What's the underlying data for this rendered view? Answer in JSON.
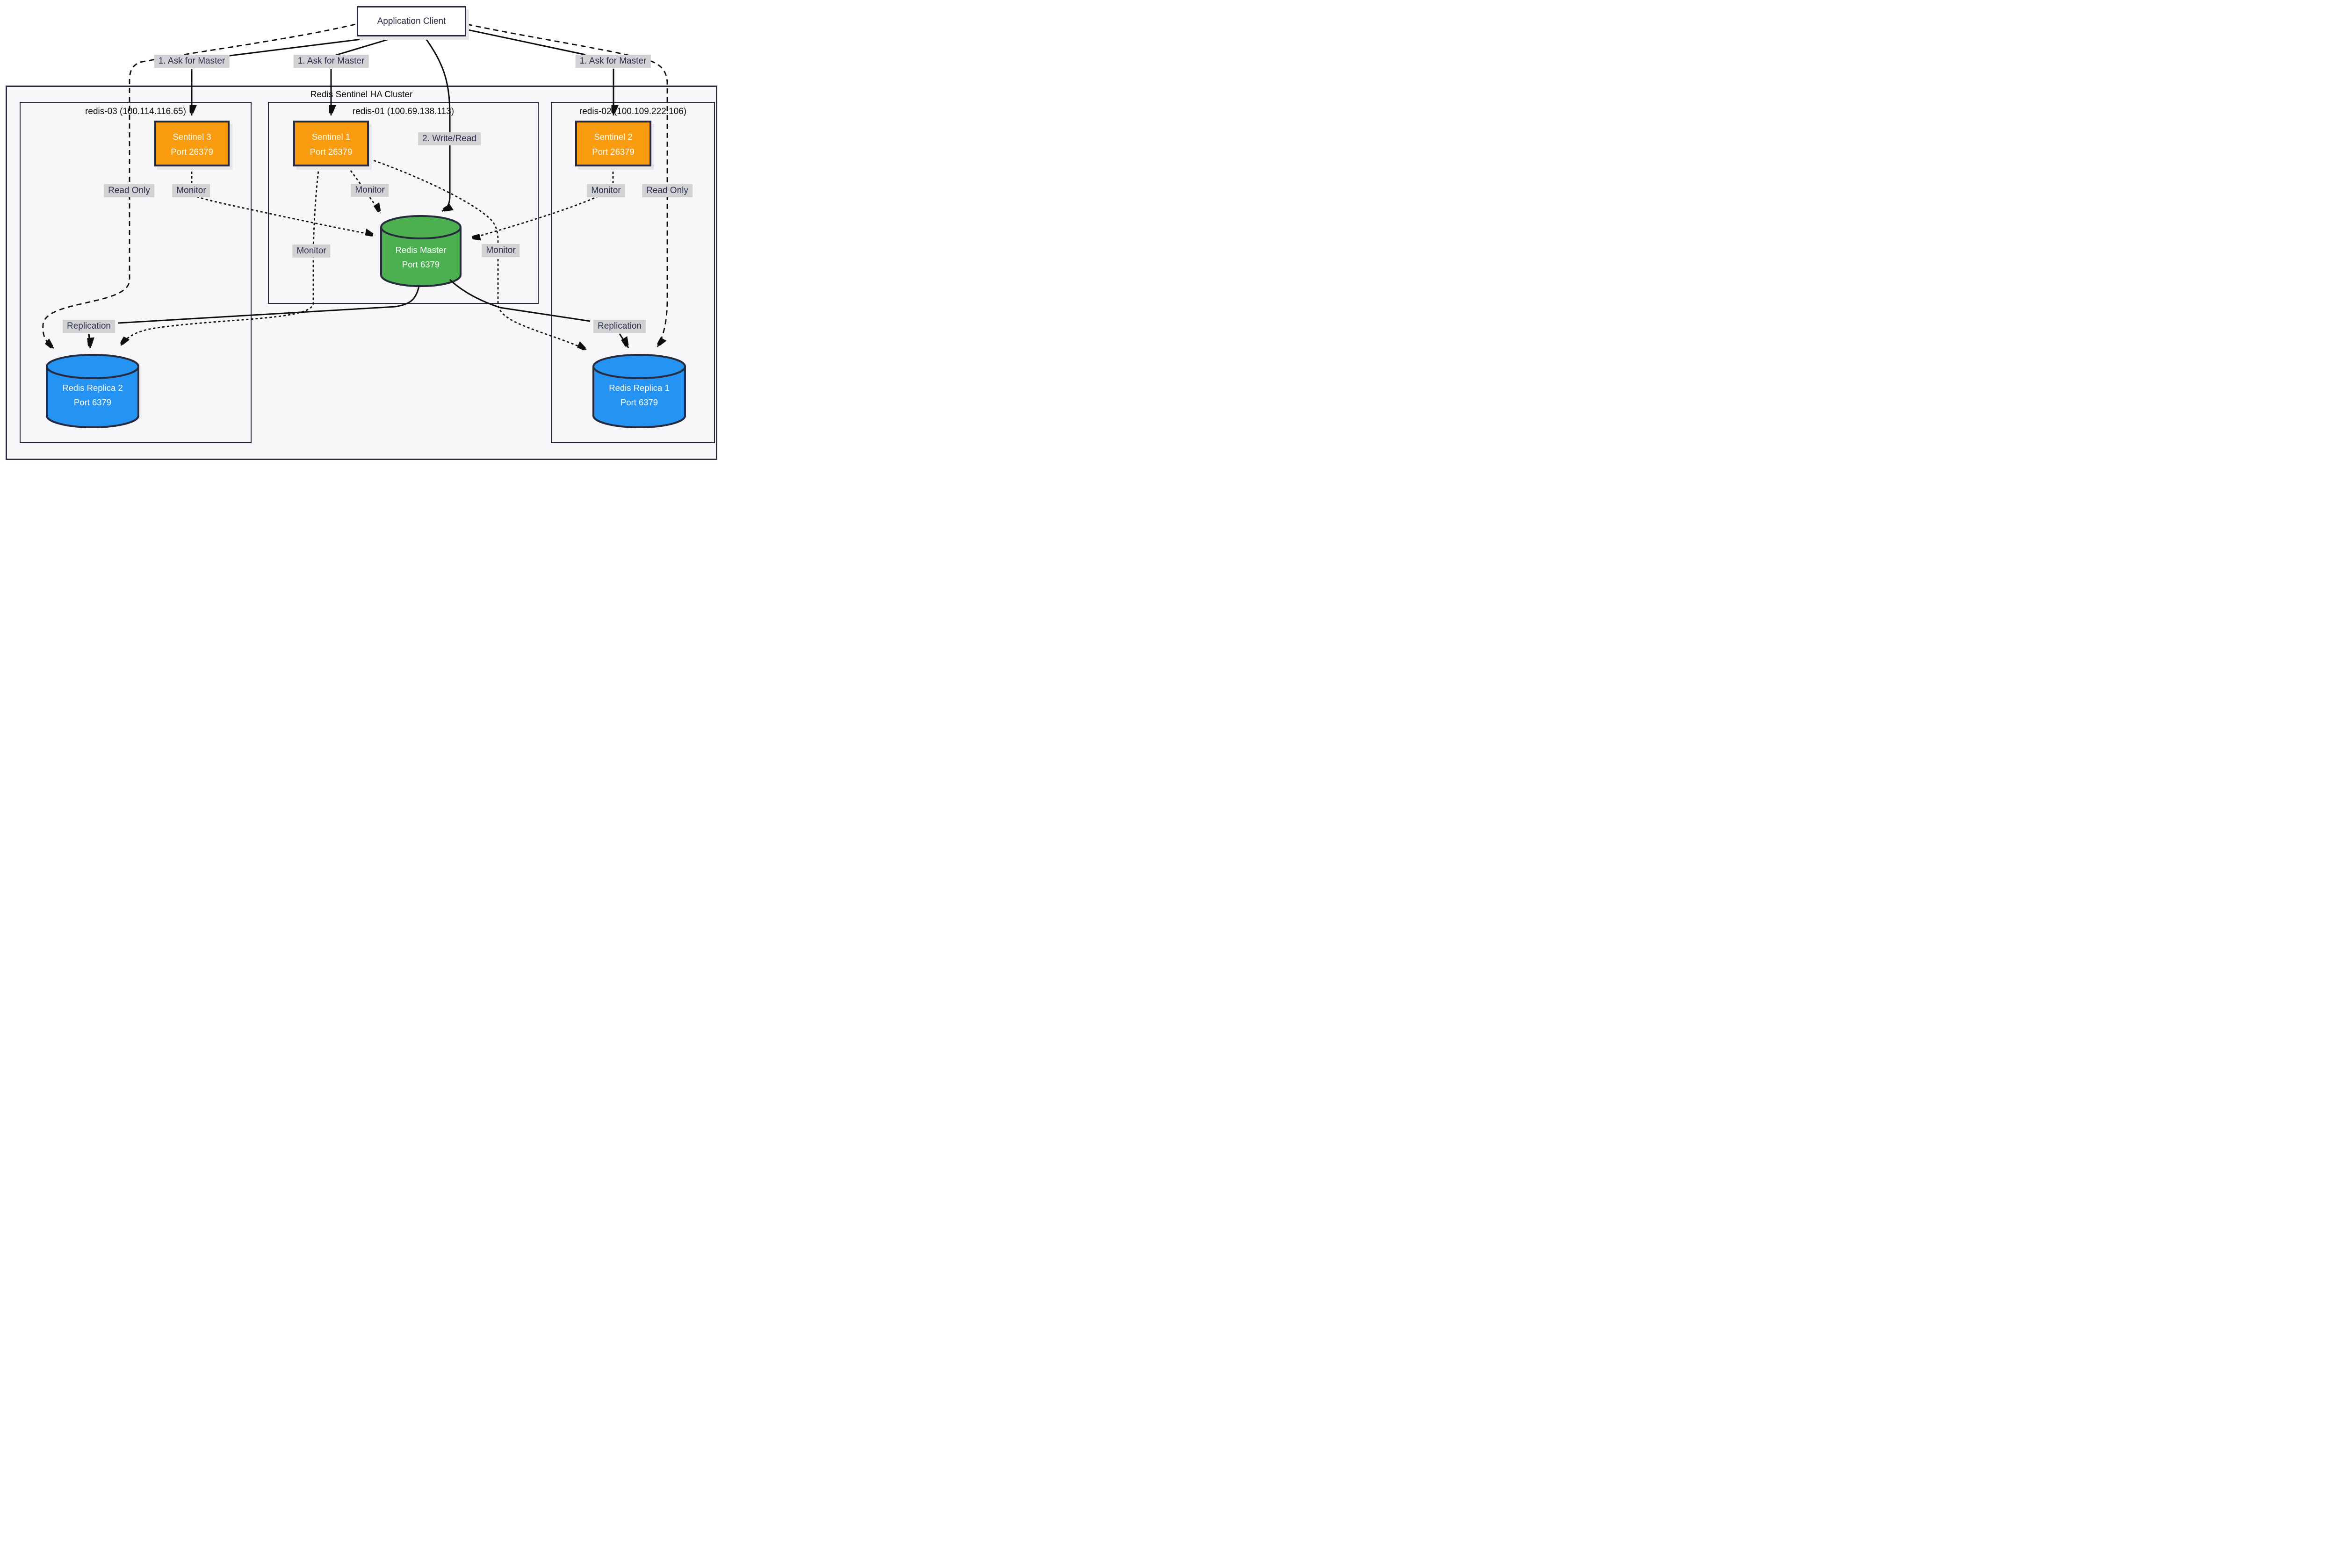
{
  "diagram": {
    "app_client": "Application Client",
    "cluster_title": "Redis Sentinel HA Cluster",
    "hosts": {
      "redis03": "redis-03 (100.114.116.65)",
      "redis01": "redis-01 (100.69.138.113)",
      "redis02": "redis-02 (100.109.222.106)"
    },
    "nodes": {
      "sentinel3": {
        "name": "Sentinel 3",
        "port": "Port 26379"
      },
      "sentinel1": {
        "name": "Sentinel 1",
        "port": "Port 26379"
      },
      "sentinel2": {
        "name": "Sentinel 2",
        "port": "Port 26379"
      },
      "master": {
        "name": "Redis Master",
        "port": "Port 6379"
      },
      "replica2": {
        "name": "Redis Replica 2",
        "port": "Port 6379"
      },
      "replica1": {
        "name": "Redis Replica 1",
        "port": "Port 6379"
      }
    },
    "edge_labels": {
      "ask_left": "1. Ask for Master",
      "ask_mid": "1. Ask for Master",
      "ask_right": "1. Ask for Master",
      "write_read": "2. Write/Read",
      "read_only_left": "Read Only",
      "read_only_right": "Read Only",
      "monitor_s3": "Monitor",
      "monitor_s1": "Monitor",
      "monitor_s2": "Monitor",
      "monitor_left": "Monitor",
      "monitor_right": "Monitor",
      "replication_left": "Replication",
      "replication_right": "Replication"
    },
    "colors": {
      "sentinel": "#fa9c10",
      "master": "#4caf50",
      "replica": "#2493f2",
      "border": "#272b40",
      "label_bg": "#d2d2d5",
      "label_text": "#2e3150",
      "edge": "#0e0e0e"
    }
  }
}
